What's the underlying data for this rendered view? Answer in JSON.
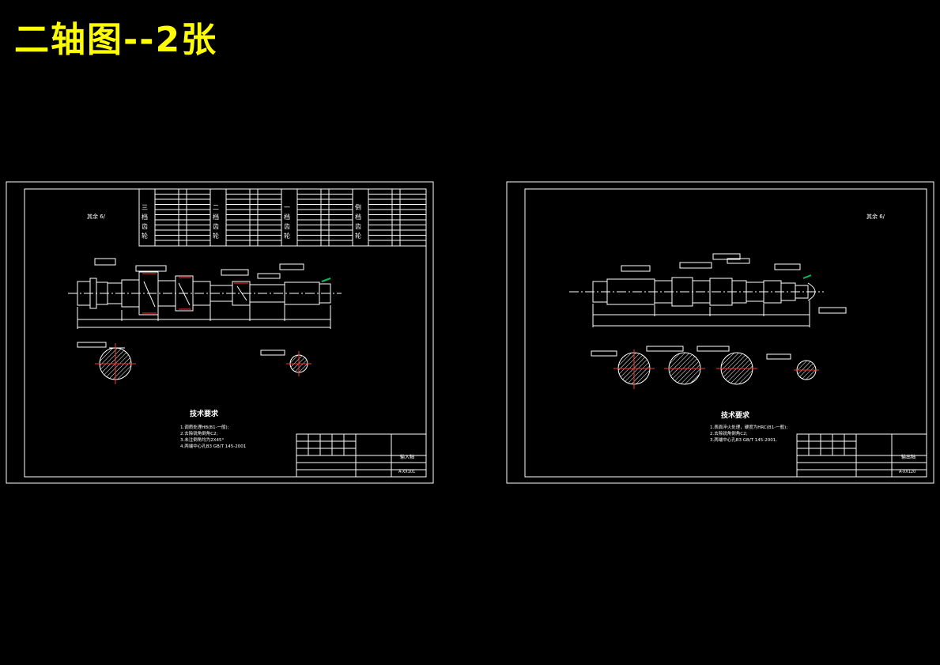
{
  "page_title": "二轴图--2张",
  "colors": {
    "background": "#000000",
    "title": "#ffff00",
    "lines": "#ffffff",
    "accent_red": "#ff3030",
    "accent_green": "#00c060"
  },
  "sheet_left": {
    "surface_mark": "其余 6/",
    "table_groups": [
      "三档齿轮",
      "二档齿轮",
      "一档齿轮",
      "倒档齿轮"
    ],
    "tech_title": "技术要求",
    "tech_lines": [
      "1.调质处理HB(B1-一般);",
      "2.去除锐角倒角C2;",
      "3.未注倒角均为2X45°",
      "4.两端中心孔B3 GB/T 145-2001"
    ],
    "part_name": "输入轴",
    "drawing_no": "A-XX101"
  },
  "sheet_right": {
    "surface_mark": "其余 6/",
    "tech_title": "技术要求",
    "tech_lines": [
      "1.表面淬火处理，硬度为HRC(B1-一般);",
      "2.去除锐角倒角C2;",
      "3.两端中心孔B3 GB/T 145-2001."
    ],
    "part_name": "输出轴",
    "drawing_no": "A-XX120"
  }
}
